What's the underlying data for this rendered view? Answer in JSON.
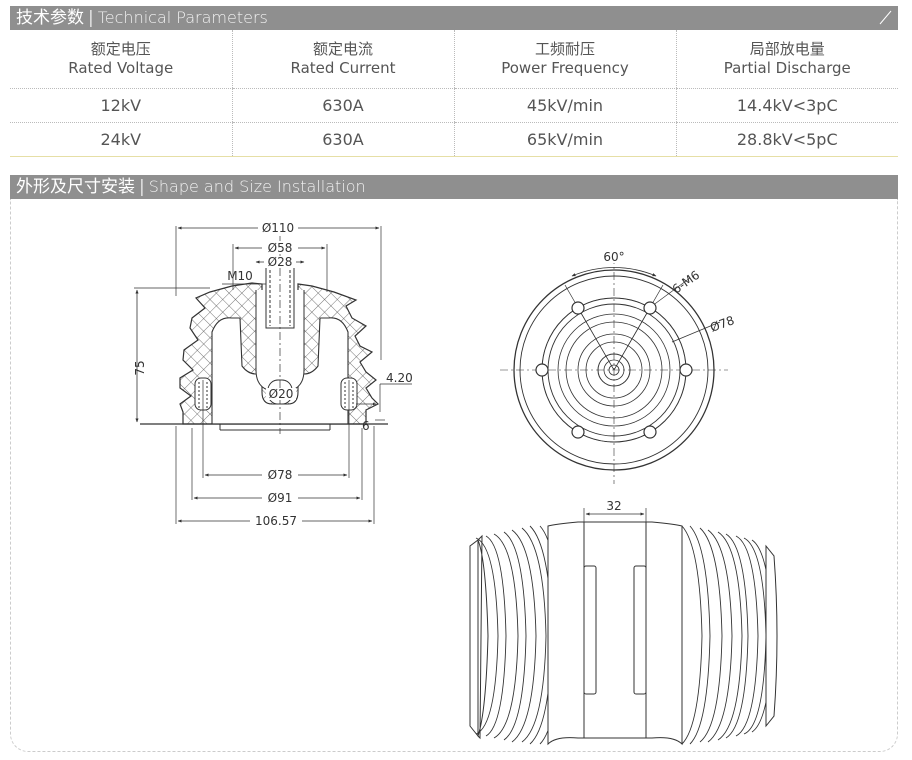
{
  "sections": {
    "tech": {
      "title_cn": "技术参数",
      "sep": "|",
      "title_en": "Technical Parameters"
    },
    "shape": {
      "title_cn": "外形及尺寸安装",
      "sep": "|",
      "title_en": "Shape and Size Installation"
    }
  },
  "table": {
    "headers": [
      {
        "cn": "额定电压",
        "en": "Rated Voltage"
      },
      {
        "cn": "额定电流",
        "en": "Rated Current"
      },
      {
        "cn": "工频耐压",
        "en": "Power Frequency"
      },
      {
        "cn": "局部放电量",
        "en": "Partial Discharge"
      }
    ],
    "rows": [
      [
        "12kV",
        "630A",
        "45kV/min",
        "14.4kV<3pC"
      ],
      [
        "24kV",
        "630A",
        "65kV/min",
        "28.8kV<5pC"
      ]
    ]
  },
  "drawing": {
    "side": {
      "d110": "Ø110",
      "d58": "Ø58",
      "m10": "M10",
      "d28": "Ø28",
      "h75": "75",
      "d20": "Ø20",
      "t420": "4.20",
      "t6": "6",
      "d78": "Ø78",
      "d91": "Ø91",
      "w10657": "106.57"
    },
    "top": {
      "angle": "60°",
      "holes": "6-M6",
      "pcd": "Ø78"
    },
    "body": {
      "gap": "32"
    }
  },
  "colors": {
    "bar": "#8f8f8f",
    "line": "#333333",
    "accent_rule": "#e6dfa6"
  }
}
